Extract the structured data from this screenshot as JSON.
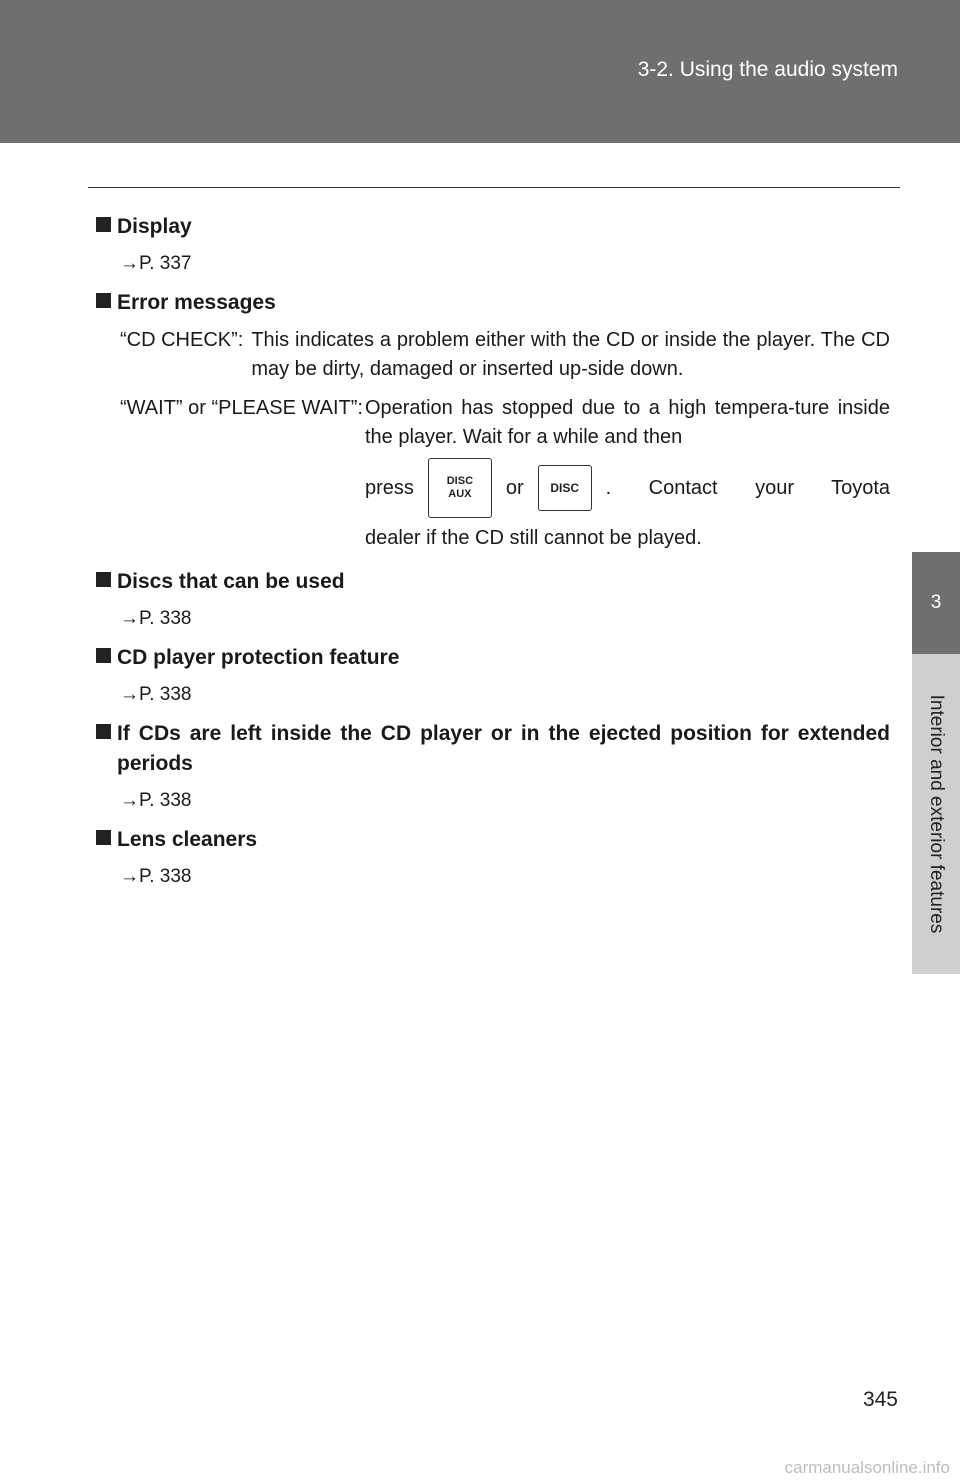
{
  "header": {
    "title": "3-2. Using the audio system"
  },
  "side_tab": {
    "number": "3",
    "label": "Interior and exterior features"
  },
  "sections": {
    "display": {
      "heading": "Display",
      "ref": "→P. 337"
    },
    "errors": {
      "heading": "Error messages",
      "cd_check": {
        "label": "“CD CHECK”:",
        "desc": "This indicates a problem either with the CD or inside the player. The CD may be dirty, damaged or inserted up-side down."
      },
      "wait": {
        "label": "“WAIT” or “PLEASE WAIT”:",
        "desc": "Operation has stopped due to a high tempera-ture inside the player. Wait for a while and then",
        "press": "press",
        "or": "or",
        "after": ". Contact your Toyota",
        "tail": "dealer if the CD still cannot be played."
      }
    },
    "discs": {
      "heading": "Discs that can be used",
      "ref": "→P. 338"
    },
    "protection": {
      "heading": "CD player protection feature",
      "ref": "→P. 338"
    },
    "left_inside": {
      "heading": "If CDs are left inside the CD player or in the ejected position for extended periods",
      "ref": "→P. 338"
    },
    "lens": {
      "heading": "Lens cleaners",
      "ref": "→P. 338"
    }
  },
  "buttons": {
    "disc_aux": {
      "top": "DISC",
      "bottom": "AUX"
    },
    "disc": {
      "label": "DISC"
    }
  },
  "page_number": "345",
  "watermark": "carmanualsonline.info"
}
